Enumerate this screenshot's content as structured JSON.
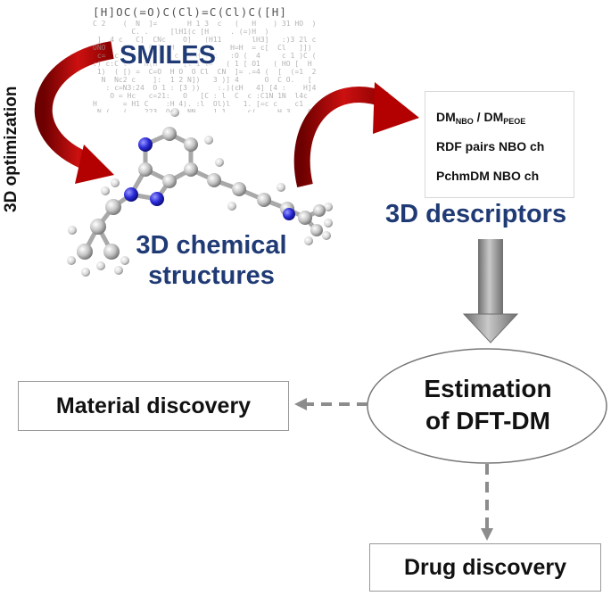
{
  "smiles": {
    "header": "[H]OC(=O)C(Cl)=C(Cl)C([H]",
    "title": "SMILES"
  },
  "optimization_label": "3D optimization",
  "chemical_structures": {
    "line1": "3D chemical",
    "line2": "structures"
  },
  "descriptors": {
    "dm": {
      "base1": "DM",
      "sub1": "NBO",
      "sep": " / ",
      "base2": "DM",
      "sub2": "PEOE"
    },
    "rdf": "RDF pairs NBO ch",
    "pchm": "PchmDM NBO ch",
    "title": "3D descriptors"
  },
  "estimation": {
    "line1": "Estimation",
    "line2": "of DFT-DM"
  },
  "outputs": {
    "material": "Material discovery",
    "drug": "Drug discovery"
  },
  "colors": {
    "title_blue": "#1f3a74",
    "arrow_red": "#b30000",
    "carbon_gray": "#bdbdbd",
    "nitrogen_blue": "#2222cc",
    "dashed_gray": "#8c8c8c"
  }
}
